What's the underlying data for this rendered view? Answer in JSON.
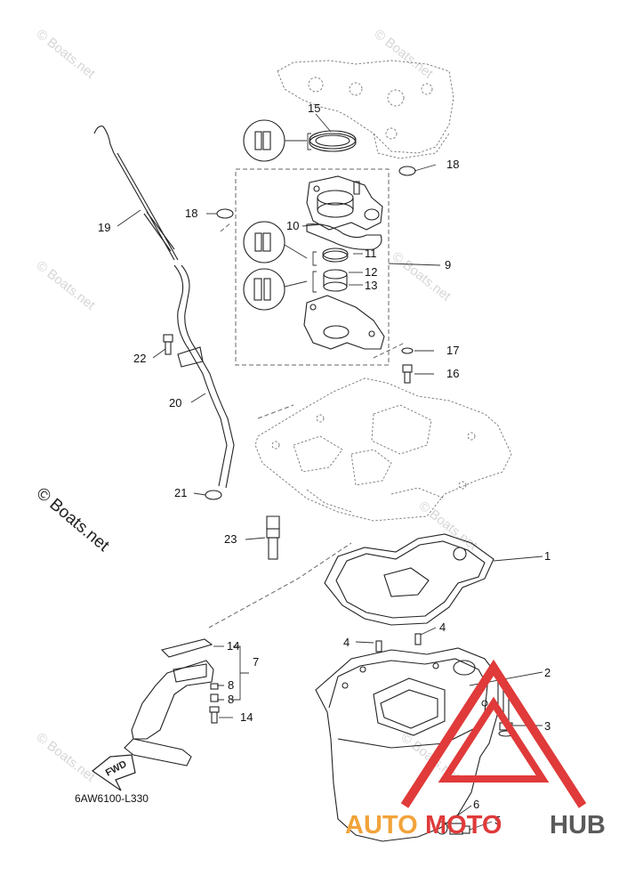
{
  "watermarks": [
    "© Boats.net",
    "© Boats.net",
    "© Boats.net",
    "© Boats.net",
    "© Boats.net",
    "© Boats.net",
    "© Boats.net"
  ],
  "big_watermark": "© Boats.net",
  "diagram_code": "6AW6100-L330",
  "fwd_label": "FWD",
  "logo": {
    "part1": "AUTO",
    "part2": "MOTO",
    "part3": "HUB",
    "color_orange": "#f2a33a",
    "color_red": "#e03a3a",
    "color_gray": "#5a5a5a"
  },
  "callouts": [
    "1",
    "2",
    "3",
    "4",
    "4",
    "5",
    "6",
    "7",
    "8",
    "8",
    "9",
    "10",
    "11",
    "12",
    "13",
    "14",
    "14",
    "15",
    "16",
    "17",
    "18",
    "18",
    "19",
    "20",
    "21",
    "22",
    "23"
  ]
}
